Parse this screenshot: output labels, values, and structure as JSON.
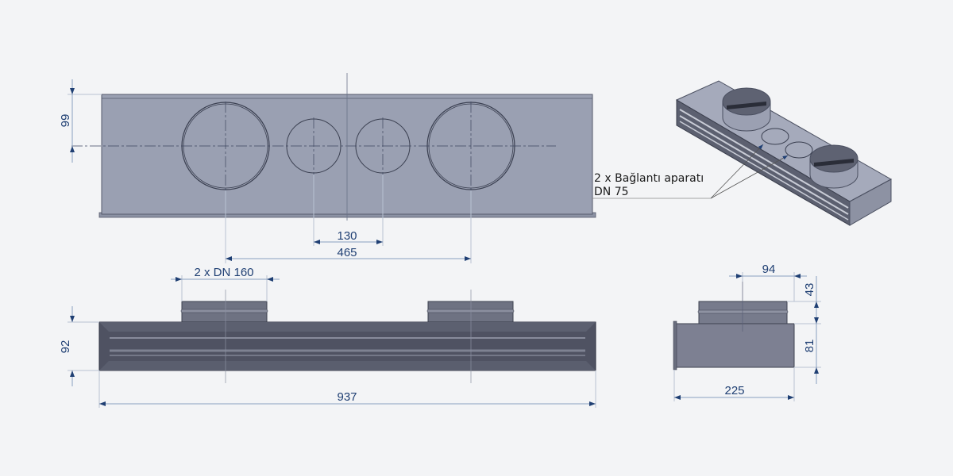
{
  "top_view": {
    "dim_99": "99",
    "dim_130": "130",
    "dim_465": "465"
  },
  "iso_view": {
    "callout_line1": "2 x Bağlantı aparatı",
    "callout_line2": "DN 75"
  },
  "front_view": {
    "spigot_label": "2 x DN 160",
    "dim_92": "92",
    "dim_937": "937"
  },
  "side_view": {
    "dim_94": "94",
    "dim_43": "43",
    "dim_81": "81",
    "dim_225": "225"
  },
  "colors": {
    "plate": "#9aa0b2",
    "front_body": "#4f5262",
    "side_body": "#7d8092",
    "dimension": "#1f3f73"
  }
}
